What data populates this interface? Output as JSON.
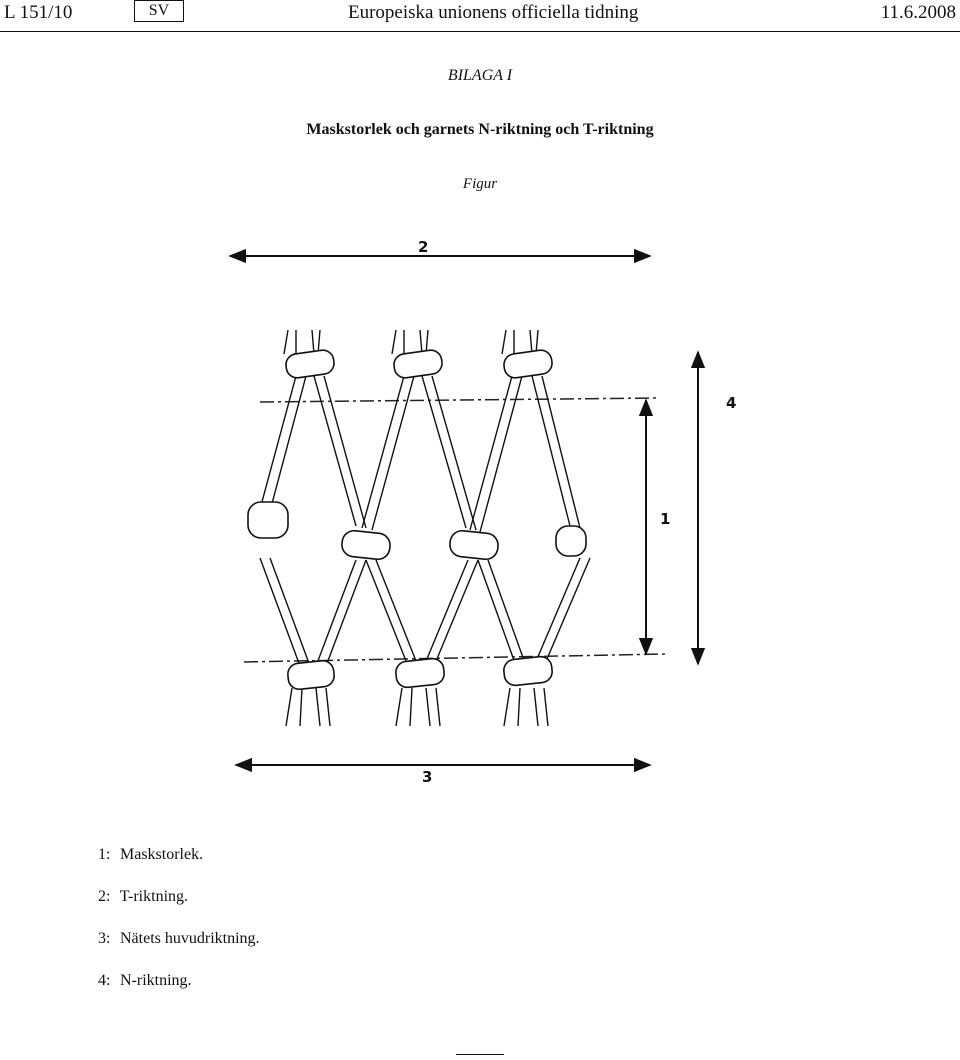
{
  "header": {
    "reference": "L 151/10",
    "language_code": "SV",
    "journal_title": "Europeiska unionens officiella tidning",
    "date": "11.6.2008"
  },
  "annex_label": "BILAGA I",
  "title": "Maskstorlek och garnets N-riktning och T-riktning",
  "figure_label": "Figur",
  "figure": {
    "labels": [
      "1",
      "2",
      "3",
      "4"
    ]
  },
  "legend": [
    {
      "number": "1:",
      "text": "Maskstorlek."
    },
    {
      "number": "2:",
      "text": "T-riktning."
    },
    {
      "number": "3:",
      "text": "Nätets huvudriktning."
    },
    {
      "number": "4:",
      "text": "N-riktning."
    }
  ]
}
